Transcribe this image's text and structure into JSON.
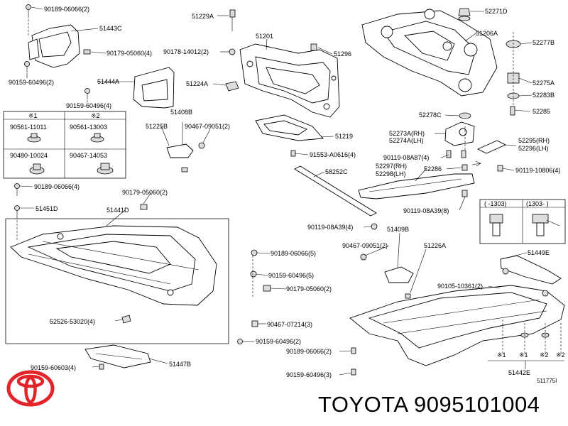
{
  "labels": [
    {
      "id": "l1",
      "text": "90189-06066(2)"
    },
    {
      "id": "l2",
      "text": "51443C"
    },
    {
      "id": "l3",
      "text": "90179-05060(4)"
    },
    {
      "id": "l4",
      "text": "90159-60496(2)"
    },
    {
      "id": "l5",
      "text": "51444A"
    },
    {
      "id": "l6",
      "text": "90159-60496(4)"
    },
    {
      "id": "l7",
      "text": "51229A"
    },
    {
      "id": "l8",
      "text": "51201"
    },
    {
      "id": "l9",
      "text": "90178-14012(2)"
    },
    {
      "id": "l10",
      "text": "51296"
    },
    {
      "id": "l11",
      "text": "51224A"
    },
    {
      "id": "l12",
      "text": "52271D"
    },
    {
      "id": "l13",
      "text": "51206A"
    },
    {
      "id": "l14",
      "text": "52277B"
    },
    {
      "id": "l15",
      "text": "52275A"
    },
    {
      "id": "l16",
      "text": "52283B"
    },
    {
      "id": "l17",
      "text": "52285"
    },
    {
      "id": "l18",
      "text": "52278C"
    },
    {
      "id": "l19",
      "text": "51408B"
    },
    {
      "id": "l20",
      "text": "51225B"
    },
    {
      "id": "l21",
      "text": "90467-09051(2)"
    },
    {
      "id": "l22",
      "text": "51219"
    },
    {
      "id": "l23",
      "text": "52273A(RH)"
    },
    {
      "id": "l24",
      "text": "52274A(LH)"
    },
    {
      "id": "l25",
      "text": "52295(RH)"
    },
    {
      "id": "l26",
      "text": "52296(LH)"
    },
    {
      "id": "l27",
      "text": "91553-A0616(4)"
    },
    {
      "id": "l28",
      "text": "90119-08A87(4)"
    },
    {
      "id": "l29",
      "text": "52297(RH)"
    },
    {
      "id": "l30",
      "text": "52298(LH)"
    },
    {
      "id": "l31",
      "text": "52286"
    },
    {
      "id": "l32",
      "text": "90119-10806(4)"
    },
    {
      "id": "l33",
      "text": "58252C"
    },
    {
      "id": "l34",
      "text": "90189-06066(4)"
    },
    {
      "id": "l35",
      "text": "90179-05060(2)"
    },
    {
      "id": "l36",
      "text": "51451D"
    },
    {
      "id": "l37",
      "text": "51441D"
    },
    {
      "id": "l38",
      "text": "90119-08A39(8)"
    },
    {
      "id": "l39",
      "text": "90119-08A39(4)"
    },
    {
      "id": "l40",
      "text": "51409B"
    },
    {
      "id": "l41",
      "text": "90467-09051(2)"
    },
    {
      "id": "l42",
      "text": "51226A"
    },
    {
      "id": "l43",
      "text": "51449E"
    },
    {
      "id": "l44",
      "text": "90189-06066(5)"
    },
    {
      "id": "l45",
      "text": "90159-60496(5)"
    },
    {
      "id": "l46",
      "text": "90179-05060(2)"
    },
    {
      "id": "l47",
      "text": "90105-10361(2)"
    },
    {
      "id": "l48",
      "text": "52526-53020(4)"
    },
    {
      "id": "l49",
      "text": "90467-07214(3)"
    },
    {
      "id": "l50",
      "text": "90159-60496(2)"
    },
    {
      "id": "l51",
      "text": "90189-06066(2)"
    },
    {
      "id": "l52",
      "text": "51447B"
    },
    {
      "id": "l53",
      "text": "90159-60603(4)"
    },
    {
      "id": "l54",
      "text": "90159-60496(3)"
    },
    {
      "id": "l55",
      "text": "51442E"
    }
  ],
  "legend_table": {
    "headers": [
      "※1",
      "※2"
    ],
    "rows": [
      [
        "90561-11011",
        "90561-13003"
      ],
      [
        "90480-10024",
        "90467-14053"
      ]
    ]
  },
  "inset_box": {
    "headers": [
      "( -1303)",
      "(1303- )"
    ]
  },
  "markers": [
    "※1",
    "※1",
    "※2",
    "※2"
  ],
  "ref_code": "511775I",
  "footer": {
    "brand": "TOYOTA",
    "part_number": "9095101004"
  },
  "colors": {
    "logo_red": "#e3242b",
    "ink": "#000000"
  },
  "icons": [
    "toyota-logo-icon"
  ]
}
